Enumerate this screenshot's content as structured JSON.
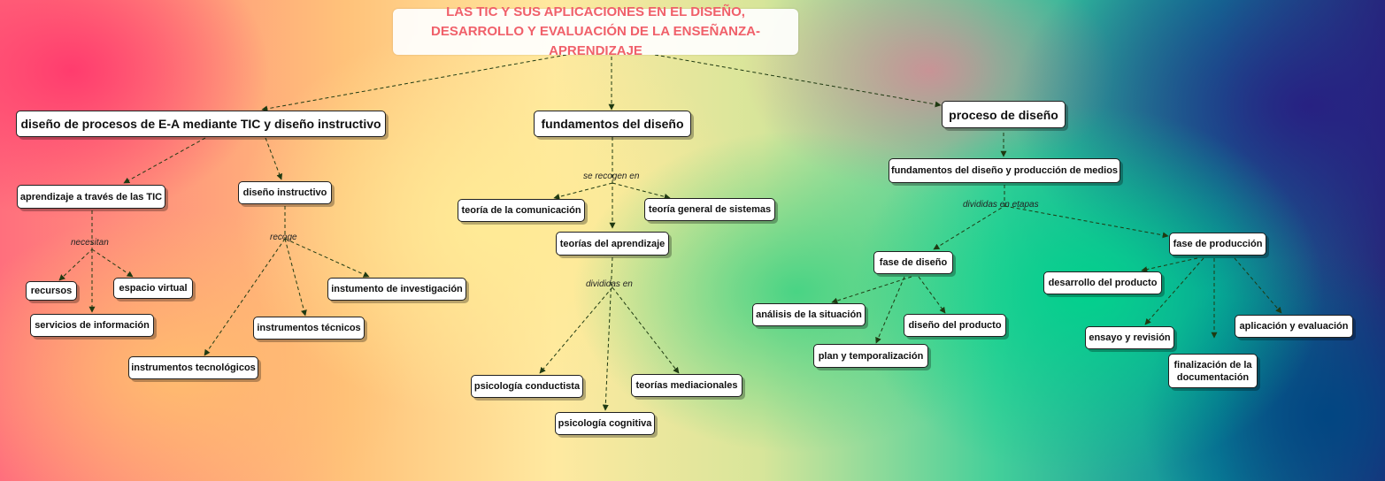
{
  "title": "LAS TIC Y SUS APLICACIONES EN EL DISEÑO, DESARROLLO Y EVALUACIÓN DE LA ENSEÑANZA-APRENDIZAJE",
  "colors": {
    "title": "#f0606a",
    "arrow": "#1f3a12",
    "node_border": "#1f1f1f"
  },
  "branches": {
    "left": {
      "label": "diseño de procesos de E-A mediante TIC y diseño instructivo",
      "aprendizaje": {
        "label": "aprendizaje a través de las TIC",
        "link_label": "necesitan",
        "children": [
          "recursos",
          "espacio virtual",
          "servicios de información"
        ]
      },
      "instructivo": {
        "label": "diseño instructivo",
        "link_label": "recoge",
        "children": [
          "instumento de investigación",
          "instrumentos técnicos",
          "instrumentos tecnológicos"
        ]
      }
    },
    "middle": {
      "label": "fundamentos del diseño",
      "link_label": "se recogen en",
      "children": [
        "teoría de la comunicación",
        "teoría general de sistemas",
        "teorías del aprendizaje"
      ],
      "aprendizaje_link_label": "divididas en",
      "aprendizaje_children": [
        "psicología conductista",
        "psicología cognitiva",
        "teorías mediacionales"
      ]
    },
    "right": {
      "label": "proceso de diseño",
      "sub": "fundamentos del diseño y producción de medios",
      "link_label": "divididas en etapas",
      "fase_diseno": {
        "label": "fase de diseño",
        "children": [
          "análisis de la situación",
          "plan y temporalización",
          "diseño del producto"
        ]
      },
      "fase_produccion": {
        "label": "fase de producción",
        "children": [
          "desarrollo del producto",
          "ensayo y revisión",
          "finalización de la documentación",
          "aplicación y evaluación"
        ]
      }
    }
  }
}
